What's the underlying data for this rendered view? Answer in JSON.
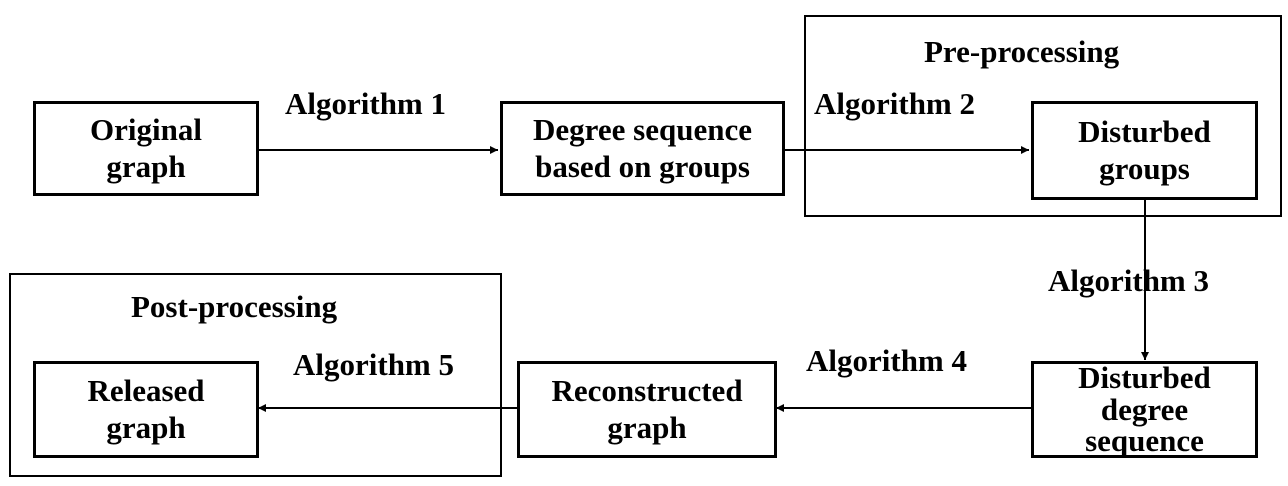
{
  "groups": {
    "pre": "Pre-processing",
    "post": "Post-processing"
  },
  "nodes": {
    "original": [
      "Original",
      "graph"
    ],
    "degree_seq": [
      "Degree sequence",
      "based on groups"
    ],
    "disturbed_groups": [
      "Disturbed",
      "groups"
    ],
    "disturbed_degree": [
      "Disturbed",
      "degree",
      "sequence"
    ],
    "reconstructed": [
      "Reconstructed",
      "graph"
    ],
    "released": [
      "Released",
      "graph"
    ]
  },
  "edges": {
    "a1": "Algorithm 1",
    "a2": "Algorithm 2",
    "a3": "Algorithm 3",
    "a4": "Algorithm 4",
    "a5": "Algorithm 5"
  }
}
